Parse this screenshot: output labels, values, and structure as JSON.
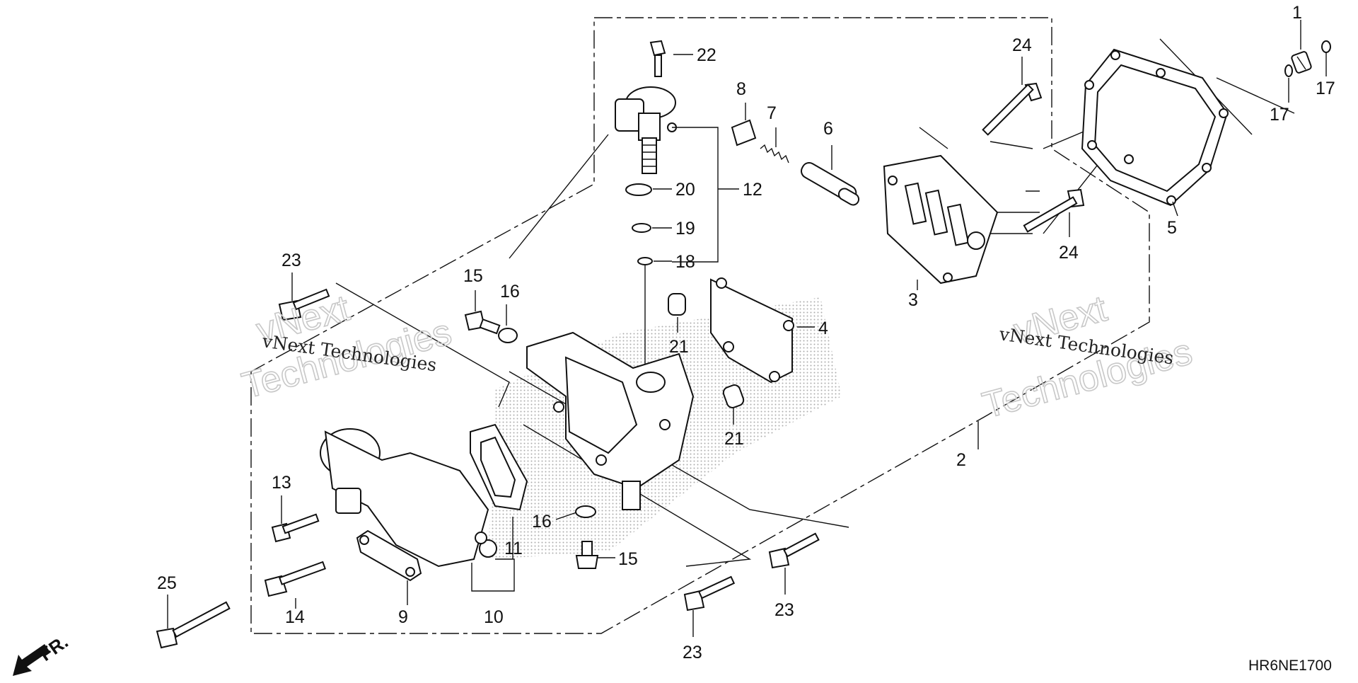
{
  "diagram": {
    "drawing_code": "HR6NE1700",
    "direction_label": "FR.",
    "watermarks": [
      {
        "brand": "vNext",
        "subtitle": "Technologies",
        "text": "vNext Technologies"
      },
      {
        "brand": "vNext",
        "subtitle": "Technologies",
        "text": "vNext Technologies"
      }
    ],
    "callouts": [
      "1",
      "2",
      "3",
      "4",
      "5",
      "6",
      "7",
      "8",
      "9",
      "10",
      "11",
      "12",
      "13",
      "14",
      "15",
      "15",
      "16",
      "16",
      "17",
      "17",
      "18",
      "19",
      "20",
      "21",
      "21",
      "22",
      "23",
      "23",
      "23",
      "24",
      "24",
      "25"
    ]
  }
}
